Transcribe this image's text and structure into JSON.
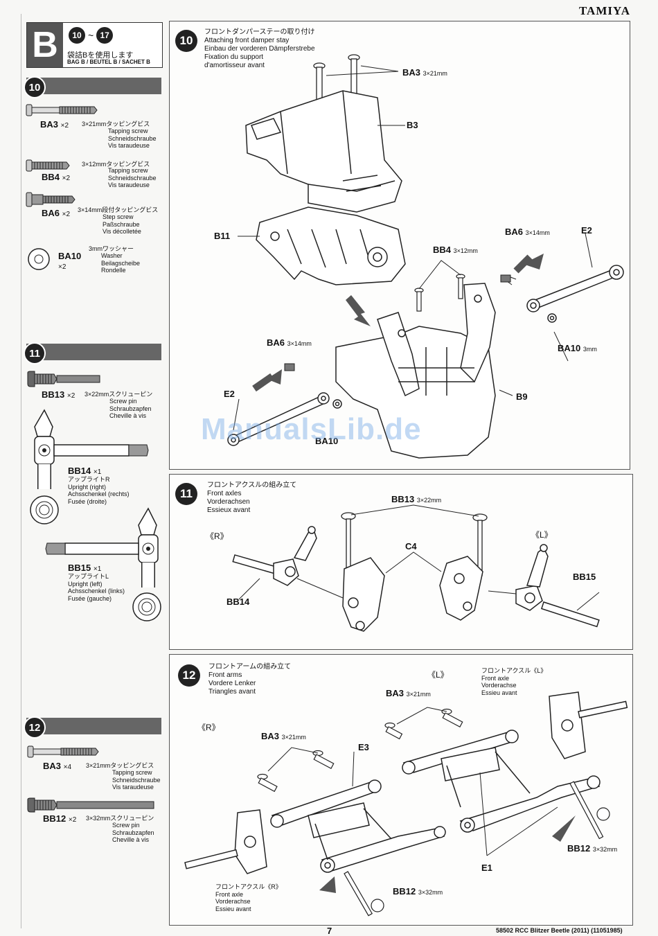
{
  "header": {
    "brand": "TAMIYA"
  },
  "bag": {
    "letter": "B",
    "range_start": "10",
    "range_sep": "~",
    "range_end": "17",
    "instruction": "袋詰Bを使用します",
    "subtitle": "BAG B / BEUTEL B / SACHET B"
  },
  "parts_list": [
    {
      "step": "10",
      "items": [
        {
          "code": "BA3",
          "qty": "×2",
          "spec": "3×21mmタッピングビス",
          "desc": [
            "Tapping screw",
            "Schneidschraube",
            "Vis taraudeuse"
          ]
        },
        {
          "code": "BB4",
          "qty": "×2",
          "spec": "3×12mmタッピングビス",
          "desc": [
            "Tapping screw",
            "Schneidschraube",
            "Vis taraudeuse"
          ]
        },
        {
          "code": "BA6",
          "qty": "×2",
          "spec": "3×14mm段付タッピングビス",
          "desc": [
            "Step screw",
            "Paßschraube",
            "Vis décolletée"
          ]
        },
        {
          "code": "BA10",
          "qty": "×2",
          "spec": "3mmワッシャー",
          "desc": [
            "Washer",
            "Beilagscheibe",
            "Rondelle"
          ]
        }
      ]
    },
    {
      "step": "11",
      "items": [
        {
          "code": "BB13",
          "qty": "×2",
          "spec": "3×22mmスクリューピン",
          "desc": [
            "Screw pin",
            "Schraubzapfen",
            "Cheville à vis"
          ]
        },
        {
          "code": "BB14",
          "qty": "×1",
          "spec": "アップライトR",
          "desc": [
            "Upright (right)",
            "Achsschenkel (rechts)",
            "Fusée (droite)"
          ]
        },
        {
          "code": "BB15",
          "qty": "×1",
          "spec": "アップライトL",
          "desc": [
            "Upright (left)",
            "Achsschenkel (links)",
            "Fusée (gauche)"
          ]
        }
      ]
    },
    {
      "step": "12",
      "items": [
        {
          "code": "BA3",
          "qty": "×4",
          "spec": "3×21mmタッピングビス",
          "desc": [
            "Tapping screw",
            "Schneidschraube",
            "Vis taraudeuse"
          ]
        },
        {
          "code": "BB12",
          "qty": "×2",
          "spec": "3×32mmスクリューピン",
          "desc": [
            "Screw pin",
            "Schraubzapfen",
            "Cheville à vis"
          ]
        }
      ]
    }
  ],
  "steps": [
    {
      "number": "10",
      "title": [
        "フロントダンパーステーの取り付け",
        "Attaching front damper stay",
        "Einbau der vorderen Dämpferstrebe",
        "Fixation du support",
        "d'amortisseur avant"
      ],
      "labels": {
        "ba3": "BA3",
        "ba3_size": "3×21mm",
        "b3": "B3",
        "b11": "B11",
        "ba6a": "BA6",
        "ba6a_size": "3×14mm",
        "e2a": "E2",
        "bb4": "BB4",
        "bb4_size": "3×12mm",
        "ba10a": "BA10",
        "ba10a_size": "3mm",
        "ba6b": "BA6",
        "ba6b_size": "3×14mm",
        "e2b": "E2",
        "b9": "B9",
        "ba10b": "BA10"
      }
    },
    {
      "number": "11",
      "title": [
        "フロントアクスルの組み立て",
        "Front axles",
        "Vorderachsen",
        "Essieux avant"
      ],
      "labels": {
        "bb13": "BB13",
        "bb13_size": "3×22mm",
        "r": "《R》",
        "l": "《L》",
        "c4": "C4",
        "bb14": "BB14",
        "bb15": "BB15"
      }
    },
    {
      "number": "12",
      "title": [
        "フロントアームの組み立て",
        "Front arms",
        "Vordere Lenker",
        "Triangles avant"
      ],
      "labels": {
        "l": "《L》",
        "r": "《R》",
        "axle_l": [
          "フロントアクスル《L》",
          "Front axle",
          "Vorderachse",
          "Essieu avant"
        ],
        "axle_r": [
          "フロントアクスル《R》",
          "Front axle",
          "Vorderachse",
          "Essieu avant"
        ],
        "ba3a": "BA3",
        "ba3a_size": "3×21mm",
        "ba3b": "BA3",
        "ba3b_size": "3×21mm",
        "e3": "E3",
        "e1": "E1",
        "bb12a": "BB12",
        "bb12a_size": "3×32mm",
        "bb12b": "BB12",
        "bb12b_size": "3×32mm"
      }
    }
  ],
  "watermark": "ManualsLib.de",
  "footer": {
    "page": "7",
    "product": "58502 RCC Blitzer Beetle (2011) (11051985)"
  }
}
